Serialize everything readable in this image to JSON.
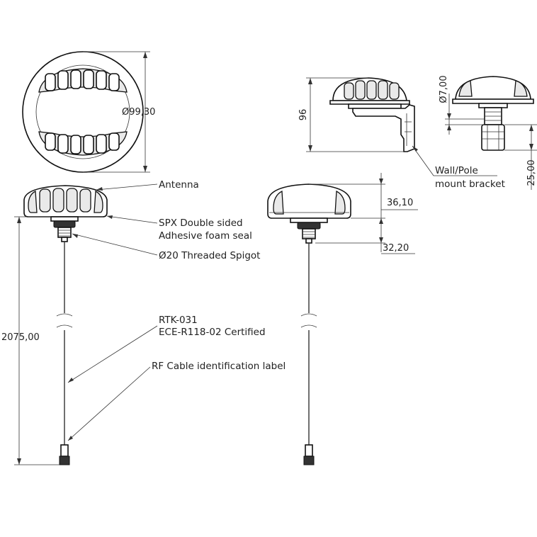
{
  "dimensions": {
    "diameter": "Ø99,30",
    "height": "96",
    "bracket_diameter": "Ø7,00",
    "bracket_height": "25,00",
    "dome_height": "36,10",
    "spigot_height": "32,20",
    "cable_length": "2075,00"
  },
  "callouts": {
    "antenna": "Antenna",
    "seal_line1": "SPX Double sided",
    "seal_line2": "Adhesive foam seal",
    "spigot": "Ø20 Threaded Spigot",
    "cable_line1": "RTK-031",
    "cable_line2": "ECE-R118-02 Certified",
    "label": "RF Cable identification label",
    "bracket_line1": "Wall/Pole",
    "bracket_line2": "mount bracket"
  }
}
